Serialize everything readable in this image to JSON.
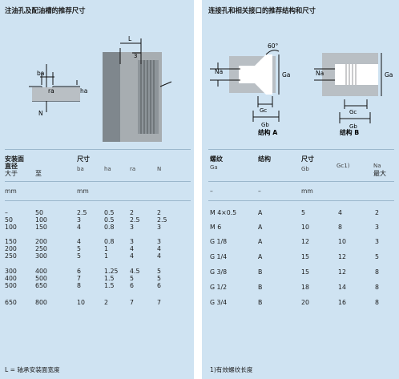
{
  "left": {
    "title": "注油孔及配油槽的推荐尺寸",
    "diagram_labels": {
      "b": "ba",
      "h": "ha",
      "r": "ra",
      "n": "N",
      "l": "L",
      "three": "3"
    },
    "header": {
      "group": "安装面\n直径",
      "over": "大于",
      "to": "至",
      "dims": "尺寸",
      "cols": [
        "ba",
        "ha",
        "ra",
        "N"
      ]
    },
    "units": [
      "mm",
      "mm"
    ],
    "rows": [
      [
        "–",
        "50",
        "2.5",
        "0.5",
        "2",
        "2"
      ],
      [
        "50",
        "100",
        "3",
        "0.5",
        "2.5",
        "2.5"
      ],
      [
        "100",
        "150",
        "4",
        "0.8",
        "3",
        "3"
      ],
      [
        "150",
        "200",
        "4",
        "0.8",
        "3",
        "3"
      ],
      [
        "200",
        "250",
        "5",
        "1",
        "4",
        "4"
      ],
      [
        "250",
        "300",
        "5",
        "1",
        "4",
        "4"
      ],
      [
        "300",
        "400",
        "6",
        "1.25",
        "4.5",
        "5"
      ],
      [
        "400",
        "500",
        "7",
        "1.5",
        "5",
        "5"
      ],
      [
        "500",
        "650",
        "8",
        "1.5",
        "6",
        "6"
      ],
      [
        "650",
        "800",
        "10",
        "2",
        "7",
        "7"
      ]
    ],
    "footnote": "L = 轴承安装面宽度"
  },
  "right": {
    "title": "连接孔和相关接口的推荐结构和尺寸",
    "diagram_labels": {
      "angle": "60°",
      "na": "Na",
      "ga": "Ga",
      "gc": "Gc",
      "gb": "Gb",
      "design_a": "结构 A",
      "design_b": "结构 B"
    },
    "header": {
      "thread": "螺纹",
      "thread_sub": "Ga",
      "design": "结构",
      "dims": "尺寸",
      "cols": [
        "Gb",
        "Gc1)",
        "Na"
      ],
      "max": "最大"
    },
    "units": [
      "–",
      "–",
      "mm"
    ],
    "rows": [
      [
        "M 4×0.5",
        "A",
        "5",
        "4",
        "2"
      ],
      [
        "M 6",
        "A",
        "10",
        "8",
        "3"
      ],
      [
        "G 1/8",
        "A",
        "12",
        "10",
        "3"
      ],
      [
        "G 1/4",
        "A",
        "15",
        "12",
        "5"
      ],
      [
        "G 3/8",
        "B",
        "15",
        "12",
        "8"
      ],
      [
        "G 1/2",
        "B",
        "18",
        "14",
        "8"
      ],
      [
        "G 3/4",
        "B",
        "20",
        "16",
        "8"
      ]
    ],
    "footnote": "1)有效螺纹长度"
  },
  "colors": {
    "panel": "#cfe3f2",
    "line": "#9bb7cc"
  }
}
